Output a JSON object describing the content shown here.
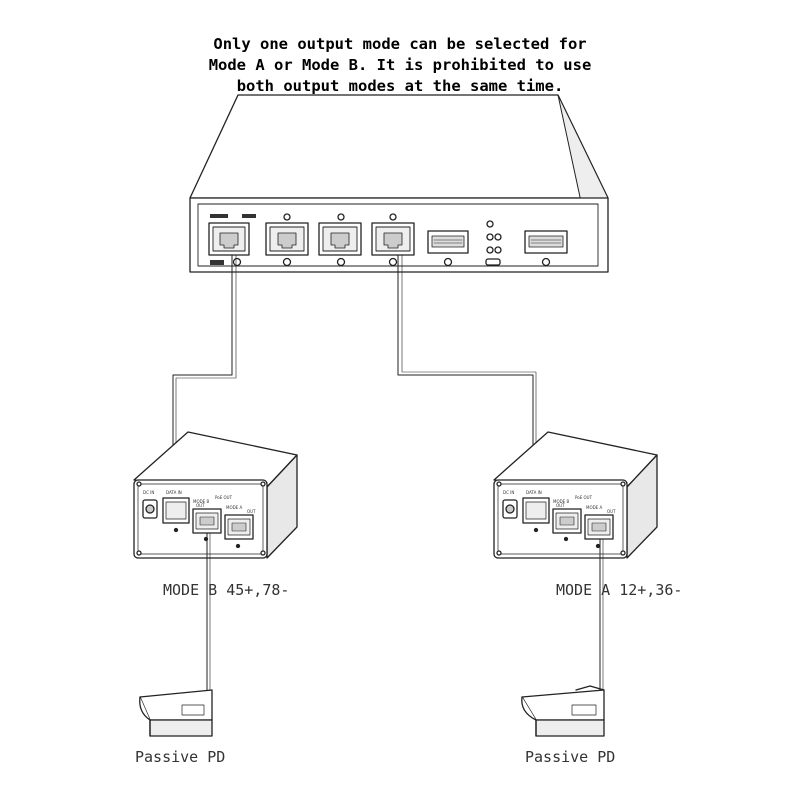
{
  "header": {
    "lines": [
      "Only one output mode can be selected for",
      "Mode A or Mode B. It is prohibited to use",
      "both output modes at the same time."
    ]
  },
  "left_splitter": {
    "mode_label": "MODE B 45+,78-",
    "device_label": "Passive PD",
    "port_labels": [
      "DC IN",
      "DATA IN",
      "MODE B",
      "OUT",
      "PoE OUT",
      "MODE A",
      "OUT"
    ]
  },
  "right_splitter": {
    "mode_label": "MODE A 12+,36-",
    "device_label": "Passive PD",
    "port_labels": [
      "DC IN",
      "DATA IN",
      "MODE B",
      "OUT",
      "PoE OUT",
      "MODE A",
      "OUT"
    ]
  },
  "colors": {
    "line": "#222222",
    "fill": "#ffffff",
    "shade": "#e6e6e6",
    "dark": "#999999"
  }
}
